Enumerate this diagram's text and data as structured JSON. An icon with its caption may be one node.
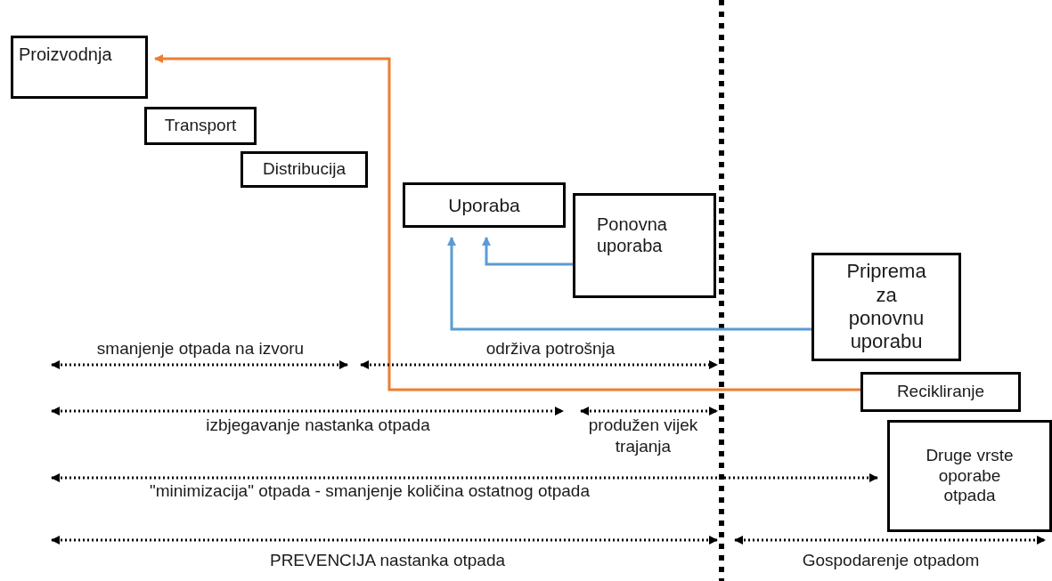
{
  "diagram": {
    "nodes": [
      {
        "text": [
          "Proizvodnja"
        ]
      },
      {
        "text": [
          "Transport"
        ]
      },
      {
        "text": [
          "Distribucija"
        ]
      },
      {
        "text": [
          "Uporaba"
        ]
      },
      {
        "text": [
          "Ponovna uporaba"
        ]
      },
      {
        "text": [
          "Priprema za ponovnu uporabu"
        ]
      },
      {
        "text": [
          "Recikliranje"
        ]
      },
      {
        "text": [
          "Druge vrste oporabe otpada"
        ]
      }
    ],
    "edges": [
      {
        "from": 6,
        "to": 0,
        "arrow": "to",
        "color": "#ed7d31"
      },
      {
        "from": 4,
        "to": 3,
        "arrow": "to"
      },
      {
        "from": 5,
        "to": 3,
        "arrow": "to"
      }
    ],
    "labels": [
      "smanjenje otpada na izvoru",
      "održiva potrošnja",
      "izbjegavanje nastanka otpada",
      "produžen vijek trajanja",
      "\"minimizacija\" otpada - smanjenje količina ostatnog otpada",
      "PREVENCIJA nastanka otpada",
      "Gospodarenje otpadom"
    ]
  }
}
